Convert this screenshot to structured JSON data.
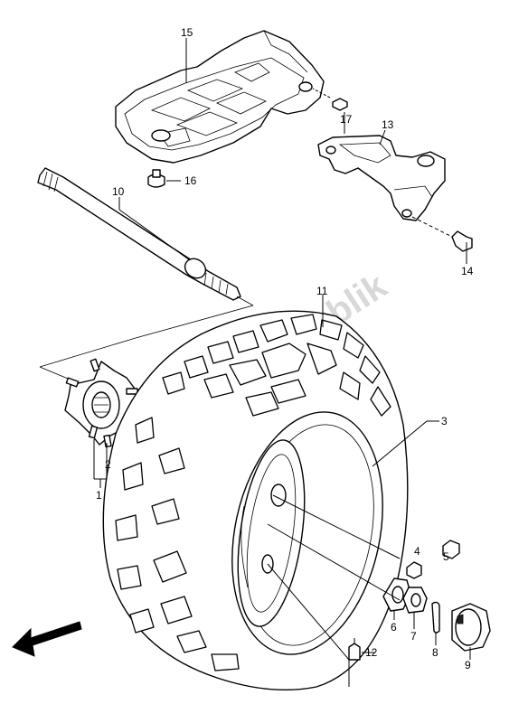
{
  "callouts": {
    "c1": "1",
    "c2": "2",
    "c3": "3",
    "c4": "4",
    "c5": "5",
    "c6": "6",
    "c7": "7",
    "c8": "8",
    "c9": "9",
    "c10": "10",
    "c11": "11",
    "c12": "12",
    "c13": "13",
    "c14": "14",
    "c15": "15",
    "c16": "16",
    "c17": "17"
  },
  "watermark": "PartsRepublik",
  "colors": {
    "line": "#000000",
    "background": "#ffffff",
    "watermark": "#d8d8d8"
  },
  "icons": {
    "direction": "front-direction-arrow-icon"
  }
}
